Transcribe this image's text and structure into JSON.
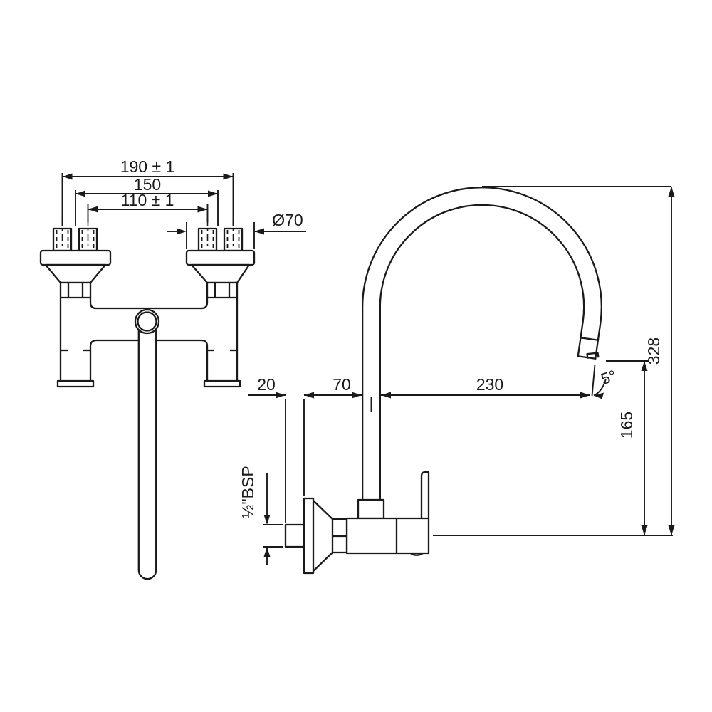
{
  "colors": {
    "line": "#1a1a1a",
    "background": "#ffffff"
  },
  "front_view": {
    "dim_outer_inlet_centers": "190 ± 1",
    "dim_flange_centers": "150",
    "dim_inner_inlet_centers": "110 ± 1",
    "dim_flange_diameter": "Ø70"
  },
  "side_view": {
    "dim_inlet_projection": "20",
    "dim_wall_to_riser": "70",
    "dim_spout_reach": "230",
    "dim_spout_tilt": "5°",
    "dim_total_height": "328",
    "dim_outlet_drop": "165",
    "dim_inlet_thread": "½\"BSP"
  }
}
